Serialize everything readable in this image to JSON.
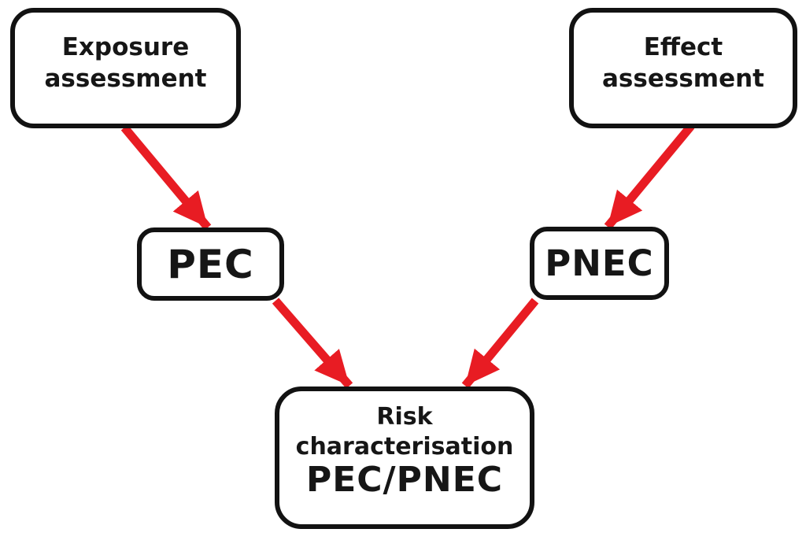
{
  "colors": {
    "background": "#ffffff",
    "arrow": "#e81c23",
    "node_border": "#121212",
    "node_fill": "#ffffff",
    "text": "#161616"
  },
  "diagram": {
    "nodes": {
      "exposure_assessment": {
        "lines": [
          "Exposure",
          "assessment"
        ]
      },
      "effect_assessment": {
        "lines": [
          "Effect",
          "assessment"
        ]
      },
      "pec": {
        "label": "PEC"
      },
      "pnec": {
        "label": "PNEC"
      },
      "risk_characterisation": {
        "lines": [
          "Risk",
          "characterisation",
          "PEC/PNEC"
        ]
      }
    },
    "edges": [
      {
        "from": "exposure_assessment",
        "to": "pec"
      },
      {
        "from": "effect_assessment",
        "to": "pnec"
      },
      {
        "from": "pec",
        "to": "risk_characterisation"
      },
      {
        "from": "pnec",
        "to": "risk_characterisation"
      }
    ]
  }
}
